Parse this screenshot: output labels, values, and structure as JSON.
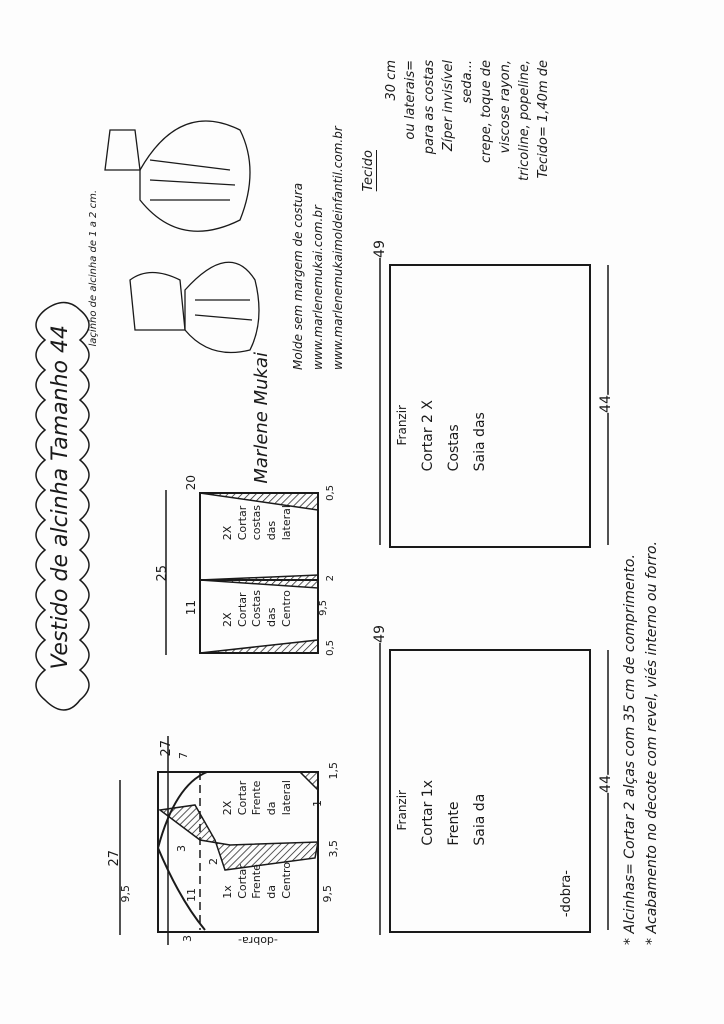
{
  "title": "Vestido de alcinha Tamanho 44",
  "fabric_note": {
    "label": "Tecido",
    "lines": [
      "Tecido= 1,40m de",
      "tricoline, popeline,",
      "viscose rayon,",
      "crepe, toque de",
      "seda...",
      "Zíper invisível",
      "para as costas",
      "ou laterais=",
      "30 cm"
    ]
  },
  "footer_notes": [
    "* Alcinhas= Cortar 2 alças com 35 cm de comprimento.",
    "* Acabamento no decote com revel, viés interno ou forro."
  ],
  "websites": [
    "Molde sem margem de costura",
    "www.marlenemukai.com.br",
    "www.marlenemukaimoldeinfantil.com.br"
  ],
  "sketch_note": "laçinho de alcinha de 1 a 2 cm.",
  "signature": "Marlene Mukai",
  "front_bodice": {
    "width": "27",
    "height": "27",
    "dims": [
      "7",
      "1,5",
      "1",
      "3,5",
      "9,5",
      "9,5",
      "11",
      "3",
      "2",
      "3"
    ],
    "fold": "-dobra-",
    "center_label": [
      "Centro",
      "da",
      "Frente",
      "Cortar",
      "1x"
    ],
    "side_label": [
      "lateral",
      "da",
      "Frente",
      "Cortar",
      "2X"
    ]
  },
  "back_bodice": {
    "width": "25",
    "side_width": "20",
    "center_width": "11",
    "dims": [
      "0,5",
      "2",
      "9,5",
      "0,5"
    ],
    "center_label": [
      "Centro",
      "das",
      "Costas",
      "Cortar",
      "2X"
    ],
    "side_label": [
      "lateral",
      "das",
      "costas",
      "Cortar",
      "2X"
    ]
  },
  "skirt_front": {
    "width": "49",
    "height": "44",
    "gather": "Franzir",
    "fold": "-dobra-",
    "label": [
      "Saia da",
      "Frente",
      "Cortar 1x"
    ]
  },
  "skirt_back": {
    "width": "49",
    "height": "44",
    "gather": "Franzir",
    "label": [
      "Saia das",
      "Costas",
      "Cortar 2 X"
    ]
  }
}
